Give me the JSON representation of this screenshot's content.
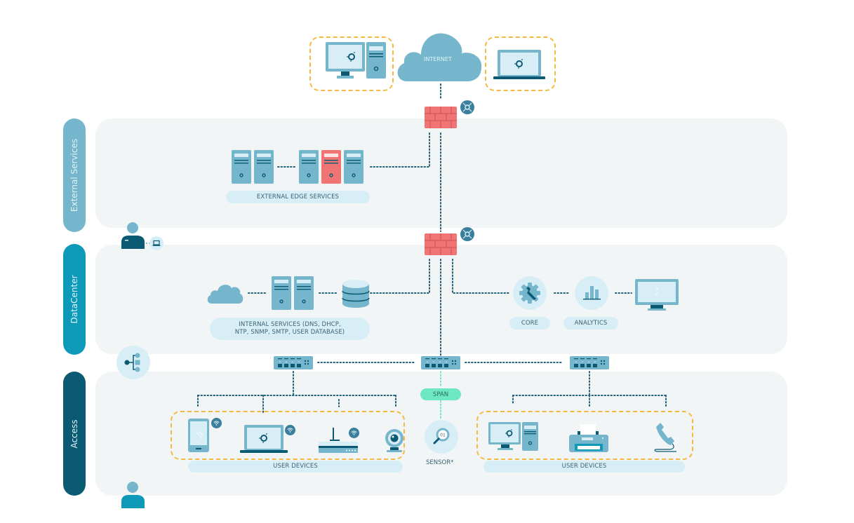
{
  "zones": {
    "external": {
      "label": "External Services",
      "color": "#76b6cc"
    },
    "datacenter": {
      "label": "DataCenter",
      "color": "#0c9ab8"
    },
    "access": {
      "label": "Access",
      "color": "#0b5a74"
    }
  },
  "colors": {
    "device_light": "#76b6cc",
    "device_dark": "#0b5a74",
    "screen": "#d8eef7",
    "firewall": "#f07474",
    "alert_server": "#f07474",
    "dashed_group": "#f5b940",
    "span": "#6ee8c0",
    "zone_bg": "#f1f5f6"
  },
  "internet": {
    "label": "INTERNET"
  },
  "external_services": {
    "edge_label": "EXTERNAL EDGE SERVICES"
  },
  "datacenter": {
    "internal_label": "INTERNAL SERVICES (DNS, DHCP, NTP, SNMP, SMTP, USER DATABASE)",
    "internal_label_line1": "INTERNAL SERVICES (DNS, DHCP,",
    "internal_label_line2": "NTP, SNMP, SMTP, USER DATABASE)",
    "core_label": "CORE",
    "analytics_label": "ANALYTICS"
  },
  "access": {
    "span_label": "SPAN",
    "sensor_label": "SENSOR*",
    "sensor_badge": "01",
    "user_devices_left_label": "USER DEVICES",
    "user_devices_right_label": "USER DEVICES"
  }
}
